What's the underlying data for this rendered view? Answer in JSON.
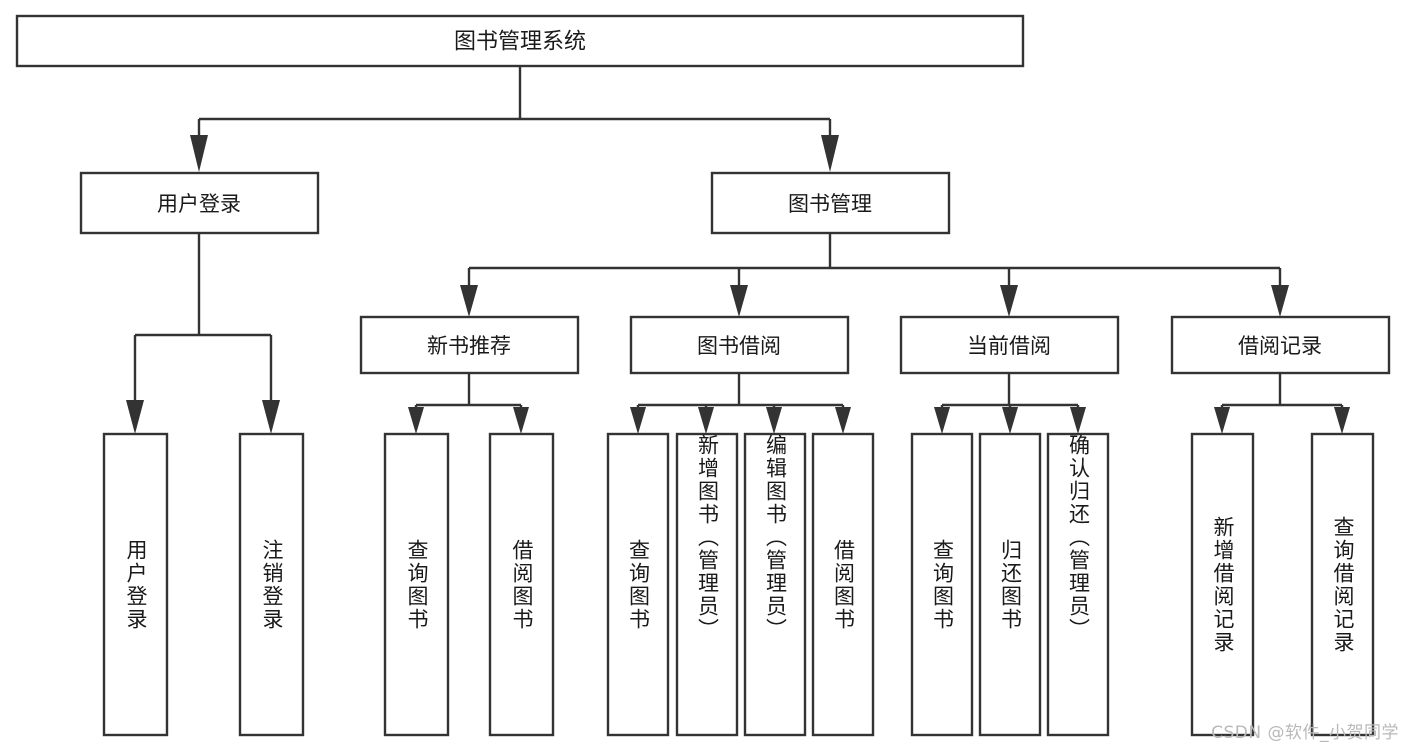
{
  "diagram": {
    "type": "tree",
    "title": "图书管理系统",
    "watermark": "CSDN @软件_小贺同学",
    "colors": {
      "stroke": "#333333",
      "box_fill": "#ffffff",
      "text": "#1a1a1a",
      "background": "#ffffff",
      "watermark": "#b9b9b9"
    },
    "root": {
      "label": "图书管理系统"
    },
    "level2": [
      {
        "label": "用户登录"
      },
      {
        "label": "图书管理"
      }
    ],
    "level3": [
      {
        "label": "新书推荐"
      },
      {
        "label": "图书借阅"
      },
      {
        "label": "当前借阅"
      },
      {
        "label": "借阅记录"
      }
    ],
    "leaves": {
      "user_login": [
        {
          "label": "用户登录"
        },
        {
          "label": "注销登录"
        }
      ],
      "new_book_recommend": [
        {
          "label": "查询图书"
        },
        {
          "label": "借阅图书"
        }
      ],
      "book_borrow": [
        {
          "label": "查询图书"
        },
        {
          "label": "新增图书（管理员）"
        },
        {
          "label": "编辑图书（管理员）"
        },
        {
          "label": "借阅图书"
        }
      ],
      "current_borrow": [
        {
          "label": "查询图书"
        },
        {
          "label": "归还图书"
        },
        {
          "label": "确认归还（管理员）"
        }
      ],
      "borrow_record": [
        {
          "label": "新增借阅记录"
        },
        {
          "label": "查询借阅记录"
        }
      ]
    }
  }
}
